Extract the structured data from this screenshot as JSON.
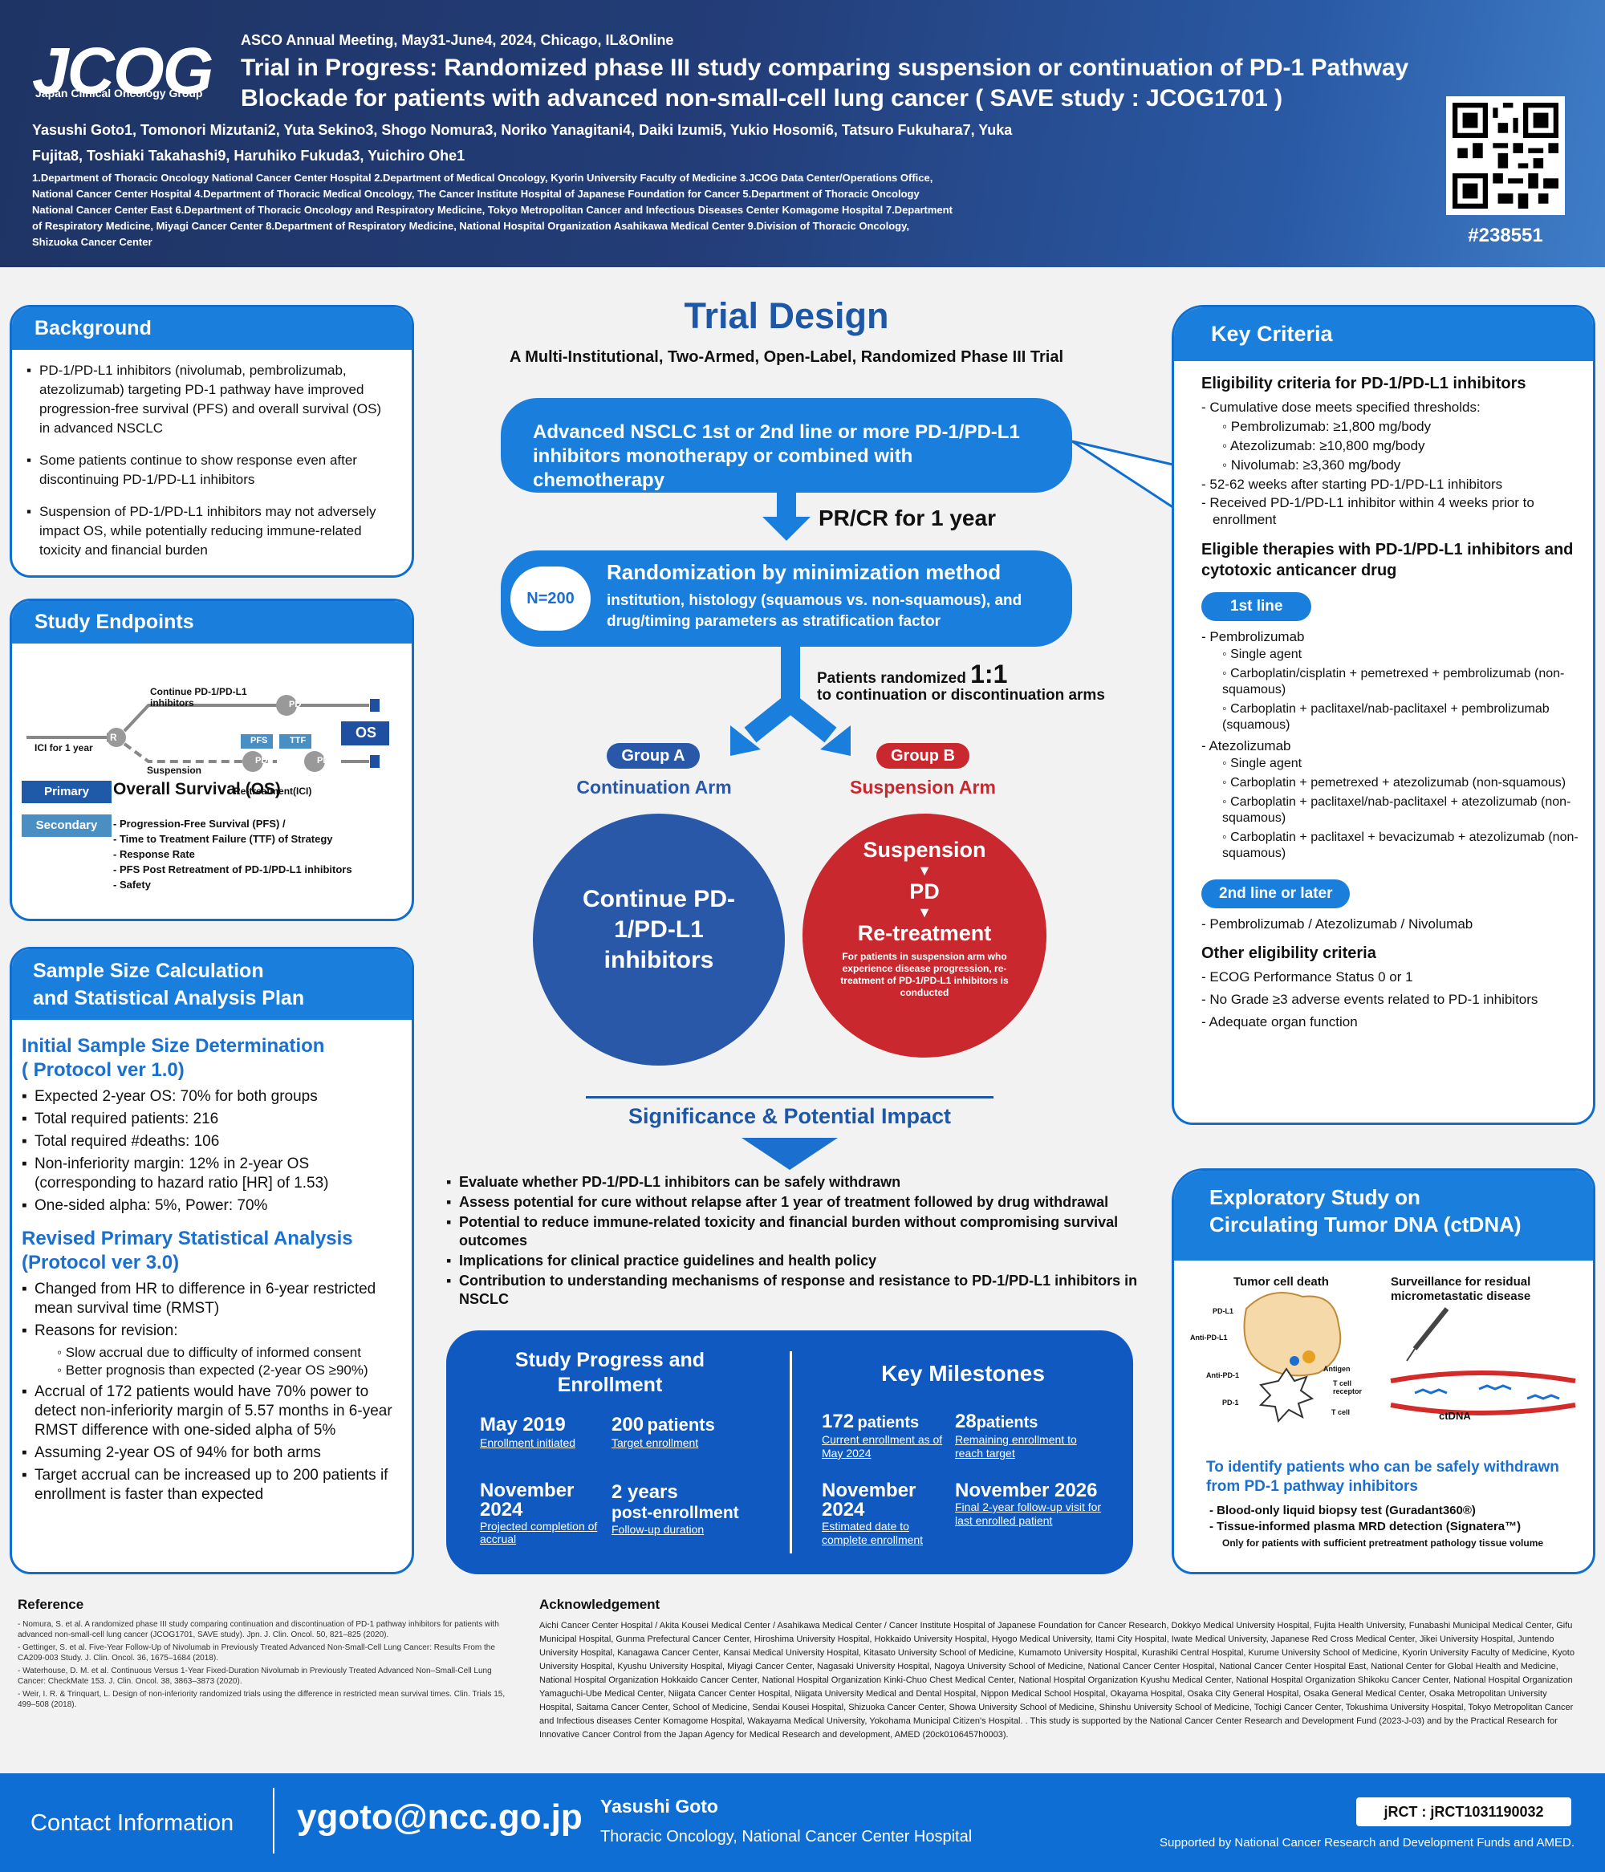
{
  "header": {
    "logo": "JCOG",
    "logo_sub": "Japan Clinical Oncology Group",
    "conference": "ASCO Annual Meeting, May31-June4, 2024, Chicago, IL&Online",
    "title": "Trial in Progress: Randomized phase III study comparing suspension or continuation of PD-1 Pathway Blockade for patients with advanced non-small-cell lung cancer ( SAVE study : JCOG1701 )",
    "authors": "Yasushi Goto1, Tomonori Mizutani2, Yuta Sekino3, Shogo Nomura3, Noriko Yanagitani4, Daiki Izumi5, Yukio Hosomi6, Tatsuro Fukuhara7, Yuka Fujita8, Toshiaki Takahashi9, Haruhiko Fukuda3, Yuichiro Ohe1",
    "affiliations": "1.Department of Thoracic Oncology National Cancer Center Hospital 2.Department of Medical Oncology, Kyorin University Faculty of Medicine 3.JCOG Data Center/Operations Office, National Cancer Center Hospital 4.Department of Thoracic Medical Oncology, The Cancer Institute Hospital of Japanese Foundation for Cancer 5.Department of Thoracic Oncology National Cancer Center East 6.Department of Thoracic Oncology and Respiratory Medicine, Tokyo Metropolitan Cancer and Infectious Diseases Center Komagome Hospital 7.Department of Respiratory Medicine, Miyagi Cancer Center 8.Department of Respiratory Medicine, National Hospital Organization Asahikawa Medical Center 9.Division of Thoracic Oncology, Shizuoka Cancer Center",
    "poster_id": "#238551"
  },
  "background": {
    "title": "Background",
    "items": [
      "PD-1/PD-L1 inhibitors (nivolumab, pembrolizumab, atezolizumab) targeting PD-1 pathway have improved progression-free survival (PFS) and overall survival (OS) in advanced NSCLC",
      "Some patients continue to show response even after discontinuing PD-1/PD-L1 inhibitors",
      "Suspension of PD-1/PD-L1 inhibitors may not adversely impact OS, while potentially reducing immune-related toxicity and financial burden"
    ]
  },
  "endpoints": {
    "title": "Study Endpoints",
    "diagram": {
      "icf": "ICI for 1 year",
      "r": "R",
      "cont": "Continue PD-1/PD-L1 inhibitors",
      "susp": "Suspension",
      "retreat": "Re-treatment(ICI)",
      "pd": "PD",
      "pfs": "PFS",
      "ttf": "TTF",
      "os": "OS"
    },
    "primary_label": "Primary",
    "primary": "Overall Survival (OS)",
    "secondary_label": "Secondary",
    "secondary": [
      "Progression-Free Survival (PFS) /",
      "Time to Treatment Failure (TTF) of Strategy",
      "Response Rate",
      "PFS Post Retreatment of PD-1/PD-L1 inhibitors",
      "Safety"
    ]
  },
  "sample": {
    "title1": "Sample Size Calculation",
    "title2": "and Statistical Analysis Plan",
    "h1": "Initial Sample Size Determination",
    "h1b": "( Protocol ver 1.0)",
    "list1": [
      "Expected 2-year OS: 70% for both groups",
      "Total required patients: 216",
      "Total required #deaths: 106",
      "Non-inferiority margin: 12% in 2-year OS (corresponding to hazard ratio [HR] of 1.53)",
      "One-sided alpha: 5%, Power: 70%"
    ],
    "h2": "Revised Primary Statistical Analysis",
    "h2b": "(Protocol ver 3.0)",
    "list2a": [
      "Changed from HR to difference in 6-year restricted mean survival time (RMST)",
      "Reasons for revision:"
    ],
    "sub": [
      "Slow accrual due to difficulty of informed consent",
      "Better prognosis than expected (2-year OS ≥90%)"
    ],
    "list2b": [
      "Accrual of 172 patients would have 70% power to detect non-inferiority margin of 5.57 months in 6-year RMST difference with one-sided alpha of 5%",
      "Assuming 2-year OS of 94% for both arms",
      "Target accrual can be increased up to 200 patients if enrollment is faster than expected"
    ]
  },
  "design": {
    "title": "Trial Design",
    "subtitle": "A Multi-Institutional, Two-Armed, Open-Label, Randomized Phase III Trial",
    "box1": "Advanced NSCLC 1st or 2nd line or more PD-1/PD-L1 inhibitors monotherapy or combined with chemotherapy",
    "prcr": "PR/CR for 1 year",
    "n": "N=200",
    "rand_title": "Randomization by minimization method",
    "rand_sub": "institution, histology (squamous vs. non-squamous), and drug/timing parameters as stratification factor",
    "ratio_text": "Patients randomized",
    "ratio": "1:1",
    "ratio_sub": "to continuation or discontinuation arms",
    "ga": "Group A",
    "ga_arm": "Continuation Arm",
    "gb": "Group B",
    "gb_arm": "Suspension Arm",
    "circle_a": "Continue PD-1/PD-L1 inhibitors",
    "cb1": "Suspension",
    "cb2": "PD",
    "cb3": "Re-treatment",
    "cb_note": "For patients in suspension arm who experience disease progression, re-treatment of PD-1/PD-L1 inhibitors is conducted"
  },
  "significance": {
    "title": "Significance & Potential Impact",
    "items": [
      "Evaluate whether PD-1/PD-L1 inhibitors can be safely withdrawn",
      "Assess potential for cure without relapse after 1 year of treatment followed by drug withdrawal",
      "Potential to reduce immune-related toxicity and financial burden without compromising survival outcomes",
      "Implications for clinical practice guidelines and health policy",
      "Contribution to understanding mechanisms of response and resistance to PD-1/PD-L1 inhibitors in NSCLC"
    ]
  },
  "progress": {
    "title": "Study Progress and Enrollment",
    "m1v": "May 2019",
    "m1l": "Enrollment initiated",
    "m2v": "200",
    "m2u": "patients",
    "m2l": "Target enrollment",
    "m3v": "November 2024",
    "m3l": "Projected completion of accrual",
    "m4v": "2 years",
    "m4u": "post-enrollment",
    "m4l": "Follow-up duration"
  },
  "milestones": {
    "title": "Key Milestones",
    "m1v": "172",
    "m1u": "patients",
    "m1l": "Current enrollment as of May 2024",
    "m2v": "28",
    "m2u": "patients",
    "m2l": "Remaining enrollment to reach target",
    "m3v": "November 2024",
    "m3l": "Estimated date to complete enrollment",
    "m4v": "November 2026",
    "m4l": "Final 2-year follow-up visit for last enrolled patient"
  },
  "criteria": {
    "title": "Key Criteria",
    "h1": "Eligibility criteria for PD-1/PD-L1 inhibitors",
    "c1": "- Cumulative dose meets specified thresholds:",
    "doses": [
      "Pembrolizumab: ≥1,800 mg/body",
      "Atezolizumab: ≥10,800 mg/body",
      "Nivolumab: ≥3,360 mg/body"
    ],
    "c2": "- 52-62 weeks after starting PD-1/PD-L1 inhibitors",
    "c3": "- Received PD-1/PD-L1 inhibitor within 4 weeks prior to enrollment",
    "h2": "Eligible therapies with PD-1/PD-L1 inhibitors and cytotoxic anticancer drug",
    "line1": "1st line",
    "pem": "- Pembrolizumab",
    "pem_items": [
      "Single agent",
      "Carboplatin/cisplatin + pemetrexed + pembrolizumab (non-squamous)",
      "Carboplatin + paclitaxel/nab-paclitaxel + pembrolizumab (squamous)"
    ],
    "atz": "- Atezolizumab",
    "atz_items": [
      "Single agent",
      "Carboplatin + pemetrexed + atezolizumab (non-squamous)",
      "Carboplatin + paclitaxel/nab-paclitaxel + atezolizumab (non-squamous)",
      "Carboplatin + paclitaxel + bevacizumab + atezolizumab (non-squamous)"
    ],
    "line2": "2nd line or later",
    "line2_item": "- Pembrolizumab / Atezolizumab / Nivolumab",
    "h3": "Other eligibility criteria",
    "other": [
      "- ECOG Performance Status 0 or 1",
      "- No Grade ≥3 adverse events related to PD-1 inhibitors",
      "- Adequate organ function"
    ]
  },
  "exploratory": {
    "title1": "Exploratory Study on",
    "title2": "Circulating Tumor DNA (ctDNA)",
    "fig_left": "Tumor cell death",
    "fig_right": "Surveillance for residual micrometastatic disease",
    "labels": [
      "PD-L1",
      "Anti-PD-L1",
      "Anti-PD-1",
      "PD-1",
      "Antigen",
      "T cell receptor",
      "T cell",
      "ctDNA"
    ],
    "goal": "To identify patients who can be safely withdrawn from PD-1 pathway inhibitors",
    "items": [
      "Blood-only liquid biopsy test (Guradant360®)",
      "Tissue-informed plasma MRD detection (Signatera™)"
    ],
    "note": "Only for patients with sufficient pretreatment pathology tissue volume"
  },
  "reference": {
    "title": "Reference",
    "items": [
      "Nomura, S. et al. A randomized phase III study comparing continuation and discontinuation of PD-1 pathway inhibitors for patients with advanced non-small-cell lung cancer (JCOG1701, SAVE study). Jpn. J. Clin. Oncol. 50, 821–825 (2020).",
      "Gettinger, S. et al. Five-Year Follow-Up of Nivolumab in Previously Treated Advanced Non-Small-Cell Lung Cancer: Results From the CA209-003 Study. J. Clin. Oncol. 36, 1675–1684 (2018).",
      "Waterhouse, D. M. et al. Continuous Versus 1-Year Fixed-Duration Nivolumab in Previously Treated Advanced Non–Small-Cell Lung Cancer: CheckMate 153. J. Clin. Oncol. 38, 3863–3873 (2020).",
      "Weir, I. R. & Trinquart, L. Design of non-inferiority randomized trials using the difference in restricted mean survival times. Clin. Trials 15, 499–508 (2018)."
    ]
  },
  "ack": {
    "title": "Acknowledgement",
    "text": "Aichi Cancer Center Hospital / Akita Kousei Medical Center / Asahikawa Medical Center / Cancer Institute Hospital of Japanese Foundation for Cancer Research, Dokkyo Medical University Hospital, Fujita Health University, Funabashi Municipal Medical Center, Gifu Municipal Hospital, Gunma Prefectural Cancer Center, Hiroshima University Hospital, Hokkaido University Hospital, Hyogo Medical University, Itami City Hospital, Iwate Medical University, Japanese Red Cross Medical Center, Jikei University Hospital, Juntendo University Hospital, Kanagawa Cancer Center, Kansai Medical University Hospital, Kitasato University School of Medicine, Kumamoto University Hospital, Kurashiki Central Hospital, Kurume University School of Medicine, Kyorin University Faculty of Medicine, Kyoto University Hospital, Kyushu University Hospital, Miyagi Cancer Center, Nagasaki University Hospital, Nagoya University School of Medicine, National Cancer Center Hospital, National Cancer Center Hospital East, National Center for Global Health and Medicine, National Hospital Organization Hokkaido Cancer Center, National Hospital Organization Kinki-Chuo Chest Medical Center, National Hospital Organization Kyushu Medical Center, National Hospital Organization Shikoku Cancer Center, National Hospital Organization Yamaguchi-Ube Medical Center, Niigata Cancer Center Hospital, Niigata University Medical and Dental Hospital, Nippon Medical School Hospital, Okayama Hospital, Osaka City General Hospital, Osaka General Medical Center, Osaka Metropolitan University Hospital, Saitama Cancer Center, School of Medicine, Sendai Kousei Hospital, Shizuoka Cancer Center, Showa University School of Medicine, Shinshu University School of Medicine, Tochigi Cancer Center, Tokushima University Hospital, Tokyo Metropolitan Cancer and Infectious diseases Center Komagome Hospital, Wakayama Medical University, Yokohama Municipal Citizen's Hospital. . This study is supported by the National Cancer Center Research and Development Fund (2023-J-03) and by the Practical Research for Innovative Cancer Control from the Japan Agency for Medical Research and development, AMED (20ck0106457h0003)."
  },
  "footer": {
    "contact": "Contact Information",
    "email": "ygoto@ncc.go.jp",
    "name": "Yasushi Goto",
    "dept": "Thoracic Oncology, National Cancer Center Hospital",
    "jrct": "jRCT : jRCT1031190032",
    "support": "Supported by National Cancer Research and Development Funds and AMED."
  }
}
